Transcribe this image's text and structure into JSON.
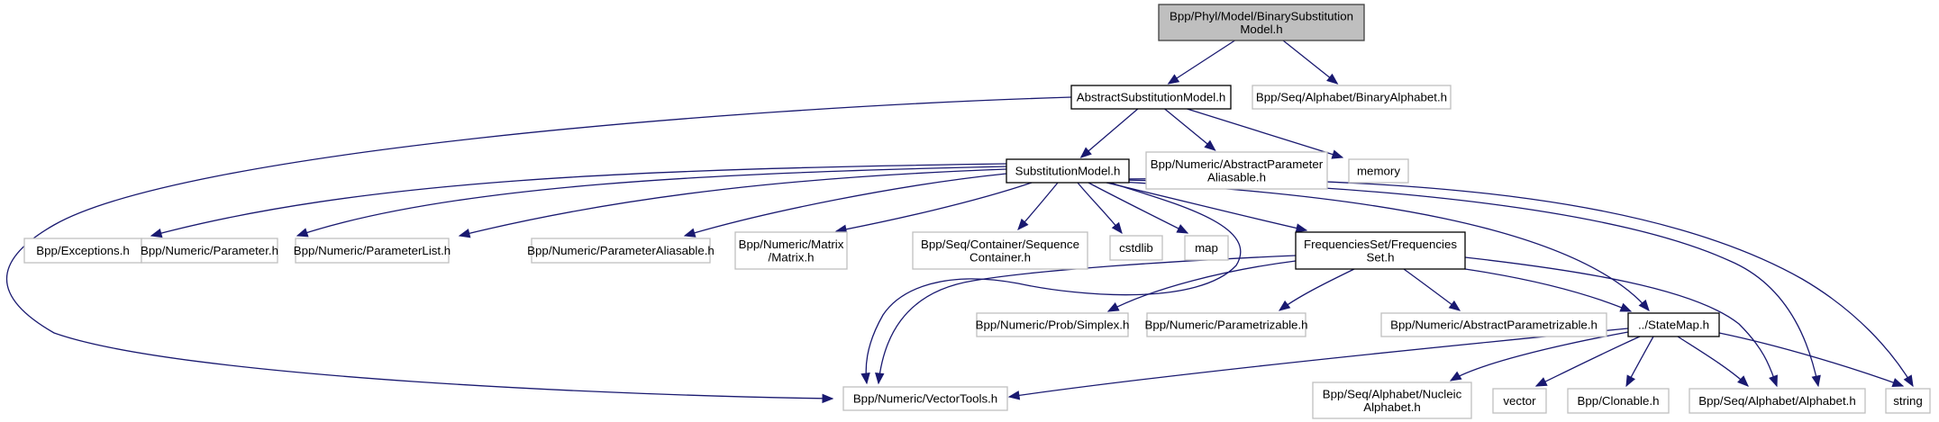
{
  "title": "Bpp/Phyl/Model/BinarySubstitutionModel.h",
  "colors": {
    "edge": "#191970",
    "root_fill": "#bfbfbf",
    "root_border": "#404040",
    "local_border": "#000000",
    "external_border": "#bfbfbf"
  },
  "nodes": [
    {
      "id": "root",
      "kind": "root",
      "lines": [
        "Bpp/Phyl/Model/BinarySubstitution",
        "Model.h"
      ]
    },
    {
      "id": "abssub",
      "kind": "local",
      "lines": [
        "AbstractSubstitutionModel.h"
      ]
    },
    {
      "id": "binalpha",
      "kind": "external",
      "lines": [
        "Bpp/Seq/Alphabet/BinaryAlphabet.h"
      ]
    },
    {
      "id": "subst",
      "kind": "local",
      "lines": [
        "SubstitutionModel.h"
      ]
    },
    {
      "id": "absparal",
      "kind": "external",
      "lines": [
        "Bpp/Numeric/AbstractParameter",
        "Aliasable.h"
      ]
    },
    {
      "id": "memory",
      "kind": "external",
      "lines": [
        "memory"
      ]
    },
    {
      "id": "exceptions",
      "kind": "external",
      "lines": [
        "Bpp/Exceptions.h"
      ]
    },
    {
      "id": "parameter",
      "kind": "external",
      "lines": [
        "Bpp/Numeric/Parameter.h"
      ]
    },
    {
      "id": "paramlist",
      "kind": "external",
      "lines": [
        "Bpp/Numeric/ParameterList.h"
      ]
    },
    {
      "id": "paramalias",
      "kind": "external",
      "lines": [
        "Bpp/Numeric/ParameterAliasable.h"
      ]
    },
    {
      "id": "matrix",
      "kind": "external",
      "lines": [
        "Bpp/Numeric/Matrix",
        "/Matrix.h"
      ]
    },
    {
      "id": "seqcont",
      "kind": "external",
      "lines": [
        "Bpp/Seq/Container/Sequence",
        "Container.h"
      ]
    },
    {
      "id": "cstdlib",
      "kind": "external",
      "lines": [
        "cstdlib"
      ]
    },
    {
      "id": "map",
      "kind": "external",
      "lines": [
        "map"
      ]
    },
    {
      "id": "freqset",
      "kind": "local",
      "lines": [
        "FrequenciesSet/Frequencies",
        "Set.h"
      ]
    },
    {
      "id": "simplex",
      "kind": "external",
      "lines": [
        "Bpp/Numeric/Prob/Simplex.h"
      ]
    },
    {
      "id": "parametrizable",
      "kind": "external",
      "lines": [
        "Bpp/Numeric/Parametrizable.h"
      ]
    },
    {
      "id": "absparametrizable",
      "kind": "external",
      "lines": [
        "Bpp/Numeric/AbstractParametrizable.h"
      ]
    },
    {
      "id": "statemap",
      "kind": "local",
      "lines": [
        "../StateMap.h"
      ]
    },
    {
      "id": "vectortools",
      "kind": "external",
      "lines": [
        "Bpp/Numeric/VectorTools.h"
      ]
    },
    {
      "id": "nucalpha",
      "kind": "external",
      "lines": [
        "Bpp/Seq/Alphabet/Nucleic",
        "Alphabet.h"
      ]
    },
    {
      "id": "vector",
      "kind": "external",
      "lines": [
        "vector"
      ]
    },
    {
      "id": "clonable",
      "kind": "external",
      "lines": [
        "Bpp/Clonable.h"
      ]
    },
    {
      "id": "alphabet",
      "kind": "external",
      "lines": [
        "Bpp/Seq/Alphabet/Alphabet.h"
      ]
    },
    {
      "id": "string",
      "kind": "external",
      "lines": [
        "string"
      ]
    }
  ],
  "edges": [
    {
      "from": "root",
      "to": "abssub"
    },
    {
      "from": "root",
      "to": "binalpha"
    },
    {
      "from": "abssub",
      "to": "subst"
    },
    {
      "from": "abssub",
      "to": "absparal"
    },
    {
      "from": "abssub",
      "to": "memory"
    },
    {
      "from": "abssub",
      "to": "vectortools"
    },
    {
      "from": "subst",
      "to": "exceptions"
    },
    {
      "from": "subst",
      "to": "parameter"
    },
    {
      "from": "subst",
      "to": "paramlist"
    },
    {
      "from": "subst",
      "to": "paramalias"
    },
    {
      "from": "subst",
      "to": "matrix"
    },
    {
      "from": "subst",
      "to": "seqcont"
    },
    {
      "from": "subst",
      "to": "cstdlib"
    },
    {
      "from": "subst",
      "to": "map"
    },
    {
      "from": "subst",
      "to": "freqset"
    },
    {
      "from": "subst",
      "to": "vectortools"
    },
    {
      "from": "subst",
      "to": "statemap"
    },
    {
      "from": "subst",
      "to": "alphabet"
    },
    {
      "from": "subst",
      "to": "string"
    },
    {
      "from": "freqset",
      "to": "vectortools"
    },
    {
      "from": "freqset",
      "to": "simplex"
    },
    {
      "from": "freqset",
      "to": "parametrizable"
    },
    {
      "from": "freqset",
      "to": "absparametrizable"
    },
    {
      "from": "freqset",
      "to": "statemap"
    },
    {
      "from": "freqset",
      "to": "alphabet"
    },
    {
      "from": "statemap",
      "to": "vectortools"
    },
    {
      "from": "statemap",
      "to": "nucalpha"
    },
    {
      "from": "statemap",
      "to": "vector"
    },
    {
      "from": "statemap",
      "to": "clonable"
    },
    {
      "from": "statemap",
      "to": "alphabet"
    },
    {
      "from": "statemap",
      "to": "string"
    }
  ]
}
